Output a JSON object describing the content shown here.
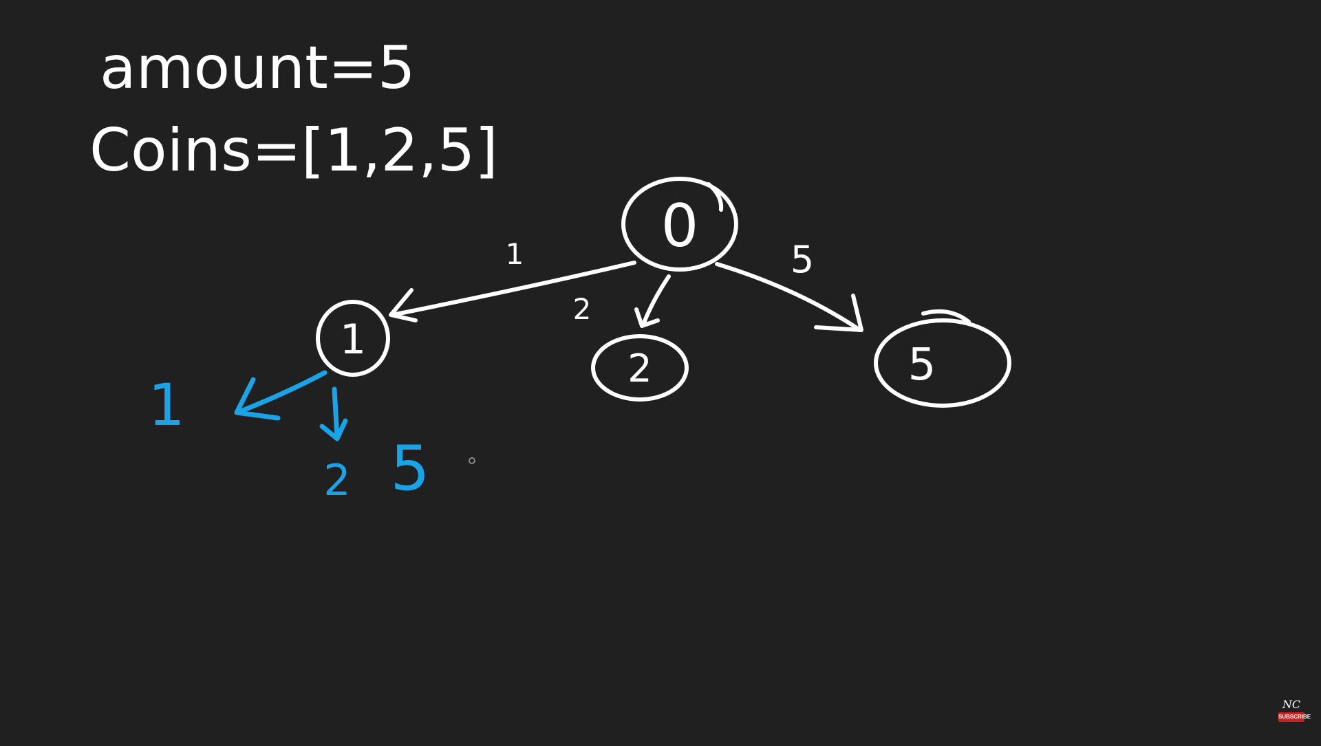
{
  "header": {
    "amount_line": "amount=5",
    "coins_line": "Coins=[1,2,5]"
  },
  "tree": {
    "root": "0",
    "children": [
      {
        "node": "1",
        "edge": "1"
      },
      {
        "node": "2",
        "edge": "2"
      },
      {
        "node": "5",
        "edge": "5"
      }
    ],
    "branches_from_1": [
      "1",
      "2",
      "5"
    ]
  },
  "colors": {
    "background": "#202020",
    "ink": "#ffffff",
    "highlight": "#1aa3e6",
    "badge": "#cc1f1f"
  },
  "watermark": {
    "logo": "NC",
    "subscribe": "SUBSCRIBE"
  }
}
